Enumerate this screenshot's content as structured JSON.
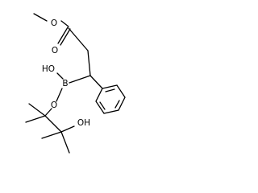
{
  "molecule": {
    "atom_labels": {
      "ester_carbonyl_oxygen": "O",
      "ester_methoxy_oxygen": "O",
      "boron_hydroxyl": "HO",
      "boron": "B",
      "boronate_oxygen": "O",
      "pinacol_hydroxyl": "OH"
    }
  }
}
